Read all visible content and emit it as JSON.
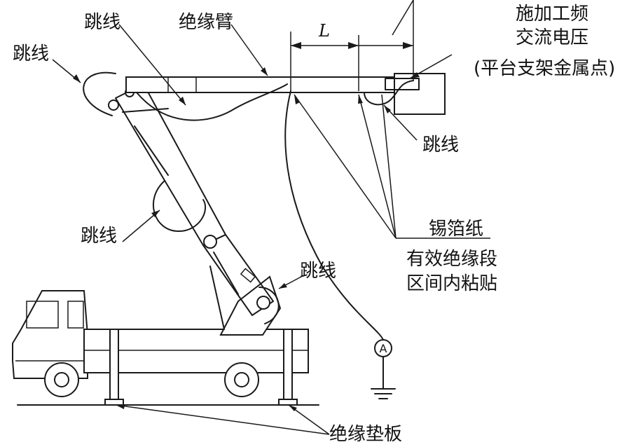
{
  "labels": {
    "jumper_top_left": "跳线",
    "jumper_top_mid": "跳线",
    "insulating_arm": "绝缘臂",
    "length_symbol": "L",
    "voltage_line1": "施加工频",
    "voltage_line2": "交流电压",
    "voltage_line3": "(平台支架金属点)",
    "jumper_right": "跳线",
    "jumper_middle": "跳线",
    "jumper_lower": "跳线",
    "foil_line1": "锡箔纸",
    "foil_line2": "有效绝缘段",
    "foil_line3": "区间内粘贴",
    "insulating_pad": "绝缘垫板",
    "ammeter": "A"
  },
  "icons": {
    "truck": "truck-icon",
    "ground": "ground-icon",
    "ammeter": "ammeter-icon"
  },
  "colors": {
    "stroke": "#1a1a1a",
    "background": "#ffffff"
  }
}
